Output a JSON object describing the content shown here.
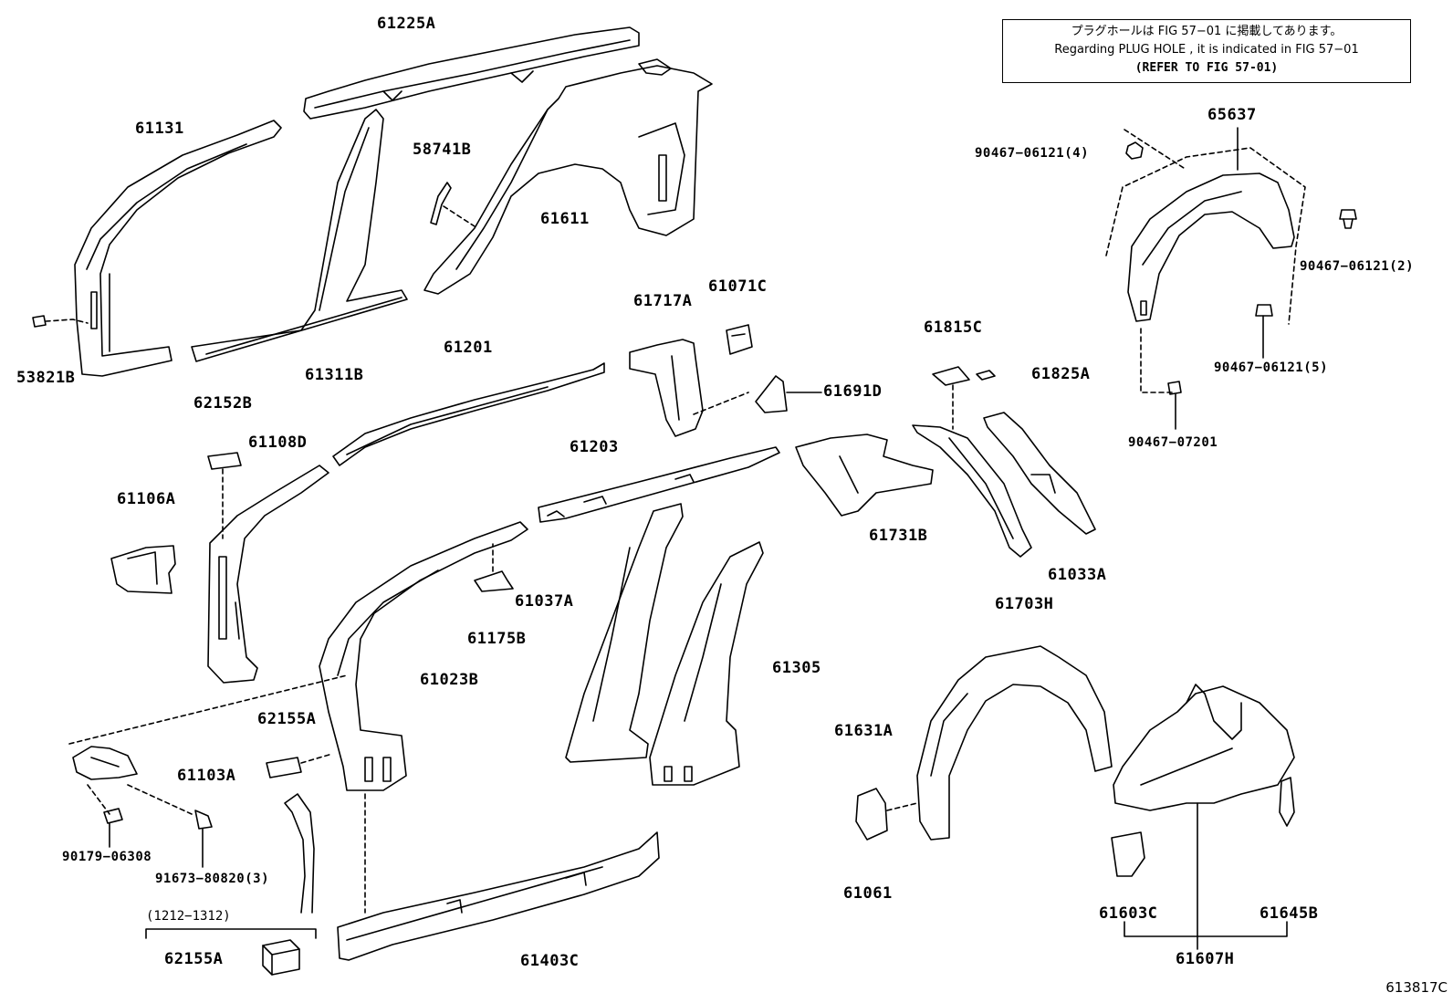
{
  "note": {
    "line1": "プラグホールは FIG  57−01 に掲載してあります。",
    "line2": "Regarding  PLUG  HOLE , it is indicated in  FIG  57−01",
    "line3": "(REFER TO FIG 57-01)"
  },
  "figure_number": "613817C",
  "date_range": "(1212−1312)",
  "callouts": {
    "p61225A": "61225A",
    "p61131": "61131",
    "p58741B": "58741B",
    "p61611": "61611",
    "p53821B": "53821B",
    "p61311B": "61311B",
    "p61201": "61201",
    "p61717A": "61717A",
    "p61071C": "61071C",
    "p61691D": "61691D",
    "p61815C": "61815C",
    "p61825A": "61825A",
    "p65637": "65637",
    "p90467_06121_4": "90467−06121(4)",
    "p90467_06121_2": "90467−06121(2)",
    "p90467_06121_5": "90467−06121(5)",
    "p90467_07201": "90467−07201",
    "p62152B": "62152B",
    "p61108D": "61108D",
    "p61106A": "61106A",
    "p61203": "61203",
    "p61731B": "61731B",
    "p61033A": "61033A",
    "p61703H": "61703H",
    "p61037A": "61037A",
    "p61175B": "61175B",
    "p61023B": "61023B",
    "p61305": "61305",
    "p62155A_a": "62155A",
    "p61103A": "61103A",
    "p90179_06308": "90179−06308",
    "p91673_80820": "91673−80820(3)",
    "p61631A": "61631A",
    "p61061": "61061",
    "p61603C": "61603C",
    "p61645B": "61645B",
    "p61607H": "61607H",
    "p61403C": "61403C",
    "p62155A_b": "62155A"
  }
}
